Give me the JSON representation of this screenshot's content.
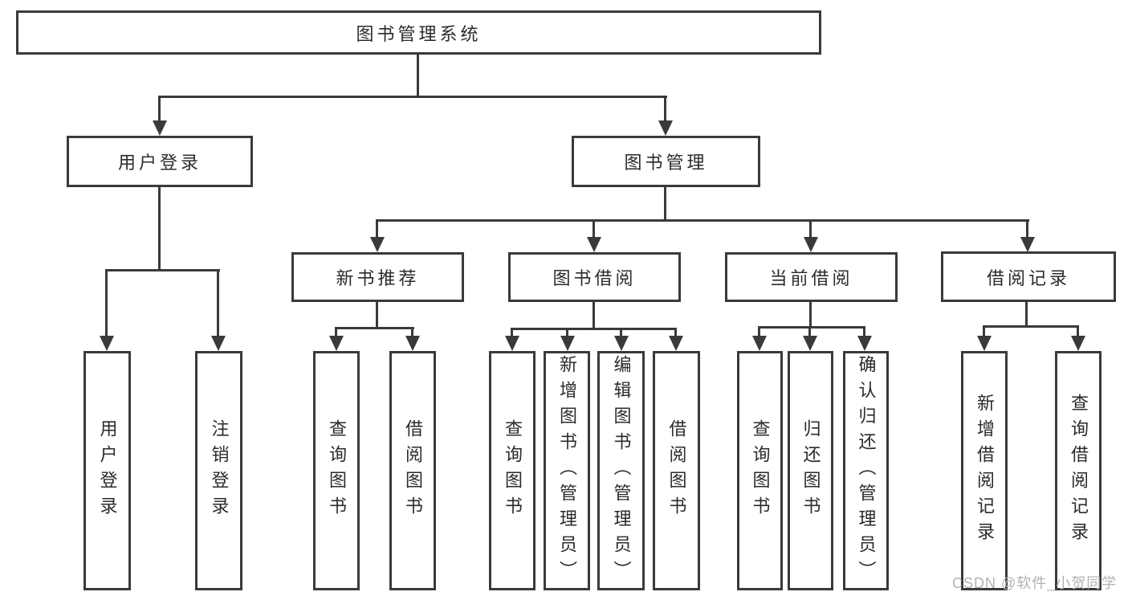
{
  "colors": {
    "background": "#ffffff",
    "line": "#3a3a3a",
    "box_border": "#3a3a3a",
    "text": "#2b2b2b",
    "watermark": "#b2b2b2"
  },
  "watermark": {
    "text": "CSDN @软件_小贺同学"
  },
  "tree": {
    "root": {
      "label": "图书管理系统"
    },
    "level2": [
      {
        "label": "用户登录",
        "children": [
          {
            "label": "用户登录"
          },
          {
            "label": "注销登录"
          }
        ]
      },
      {
        "label": "图书管理",
        "children": [
          {
            "label": "新书推荐",
            "children": [
              {
                "label": "查询图书"
              },
              {
                "label": "借阅图书"
              }
            ]
          },
          {
            "label": "图书借阅",
            "children": [
              {
                "label": "查询图书"
              },
              {
                "label": "新增图书（管理员）"
              },
              {
                "label": "编辑图书（管理员）"
              },
              {
                "label": "借阅图书"
              }
            ]
          },
          {
            "label": "当前借阅",
            "children": [
              {
                "label": "查询图书"
              },
              {
                "label": "归还图书"
              },
              {
                "label": "确认归还（管理员）"
              }
            ]
          },
          {
            "label": "借阅记录",
            "children": [
              {
                "label": "新增借阅记录"
              },
              {
                "label": "查询借阅记录"
              }
            ]
          }
        ]
      }
    ]
  }
}
